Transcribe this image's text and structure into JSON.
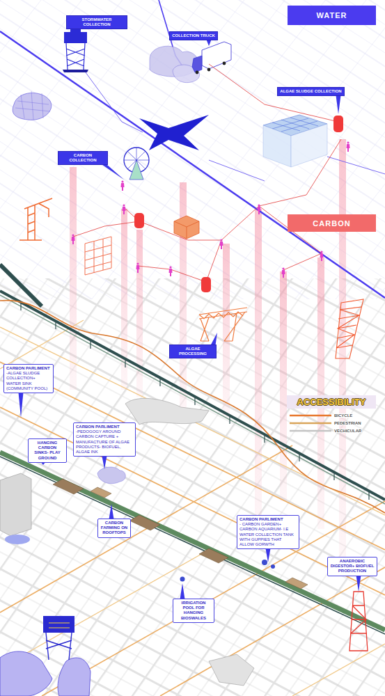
{
  "diagram": {
    "nodes": [
      {
        "text": [
          "WATER"
        ]
      },
      {
        "text": [
          "STORMWATER COLLECTION"
        ]
      },
      {
        "text": [
          "COLLECTION TRUCK"
        ]
      },
      {
        "text": [
          "ALGAE SLUDGE COLLECTION"
        ]
      },
      {
        "text": [
          "CARBON COLLECTION"
        ]
      },
      {
        "text": [
          "CARBON"
        ]
      },
      {
        "text": [
          "ALGAE PROCESSING"
        ]
      },
      {
        "text": [
          "CARBON PARLIMENT",
          "-ALGAE SLUDGE COLLECTION+ WATER SINK (COMMUNITY POOL)"
        ]
      },
      {
        "text": [
          "CARBON PARLIMENT",
          "-PEDOGOGY AROUND CARBON CAPTURE + MANUFACTURE OF ALGAE PRODUCTS- BIOFUEL, ALGAE INK"
        ]
      },
      {
        "text": [
          "HANGING CARBON SINKS- PLAY GROUND"
        ]
      },
      {
        "text": [
          "CARBON PARLIMENT",
          "- CARBON GARDEN+ CARBON AQUARIUM- I.E WATER COLLECTION TANK WITH GUPPIES THAT ALLOW GORWTH"
        ]
      },
      {
        "text": [
          "CARBON FARMING ON ROOFTOPS"
        ]
      },
      {
        "text": [
          "ANAEROBIC DIGESTOR+ BIOFUEL PRODUCTION"
        ]
      },
      {
        "text": [
          "IRRIGATION POOL FOR HANGING BIOSWALES"
        ]
      }
    ],
    "labels": [
      "ACCESSIBILITY"
    ],
    "legend": [
      {
        "text": "BICYCLE"
      },
      {
        "text": "PEDESTRIAN"
      },
      {
        "text": "VECHICULAR"
      }
    ]
  }
}
